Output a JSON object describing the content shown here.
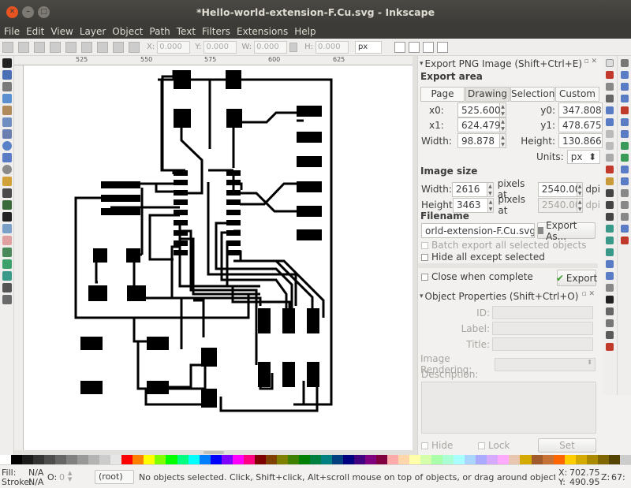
{
  "window": {
    "title": "*Hello-world-extension-F.Cu.svg - Inkscape"
  },
  "menu": [
    "File",
    "Edit",
    "View",
    "Layer",
    "Object",
    "Path",
    "Text",
    "Filters",
    "Extensions",
    "Help"
  ],
  "toolcontrols": {
    "x_label": "X:",
    "x_value": "0.000",
    "y_label": "Y:",
    "y_value": "0.000",
    "w_label": "W:",
    "w_value": "0.000",
    "h_label": "H:",
    "h_value": "0.000",
    "unit": "px"
  },
  "ruler": {
    "marks": [
      "525",
      "550",
      "575",
      "600",
      "625"
    ]
  },
  "export_panel": {
    "header": "Export PNG Image (Shift+Ctrl+E)",
    "export_area_title": "Export area",
    "tabs": [
      "Page",
      "Drawing",
      "Selection",
      "Custom"
    ],
    "active_tab": "Drawing",
    "x0_label": "x0:",
    "x0": "525.600",
    "y0_label": "y0:",
    "y0": "347.808",
    "x1_label": "x1:",
    "x1": "624.479",
    "y1_label": "y1:",
    "y1": "478.675",
    "width_label": "Width:",
    "width": "98.878",
    "height_label": "Height:",
    "height": "130.866",
    "units_label": "Units:",
    "units": "px",
    "image_size_title": "Image size",
    "img_width_label": "Width:",
    "img_width": "2616",
    "img_height_label": "Height:",
    "img_height": "3463",
    "pixels_at": "pixels at",
    "dpi_x": "2540.00",
    "dpi_y": "2540.00",
    "dpi": "dpi",
    "filename_title": "Filename",
    "filename": "orld-extension-F.Cu.svg.png",
    "export_as": "Export As...",
    "batch_export": "Batch export all selected objects",
    "hide_all": "Hide all except selected",
    "close_when_complete": "Close when complete",
    "export_button": "Export"
  },
  "object_properties": {
    "header": "Object Properties (Shift+Ctrl+O)",
    "id_label": "ID:",
    "label_label": "Label:",
    "title_label": "Title:",
    "rendering_label": "Image Rendering:",
    "description_label": "Description:",
    "hide_label": "Hide",
    "lock_label": "Lock",
    "set_button": "Set"
  },
  "status": {
    "fill_label": "Fill:",
    "fill_value": "N/A",
    "stroke_label": "Stroke:",
    "stroke_value": "N/A",
    "opacity_label": "O:",
    "opacity_value": "0",
    "layer": "(root)",
    "message": "No objects selected. Click, Shift+click, Alt+scroll mouse on top of objects, or drag around objects to se...",
    "x_label": "X:",
    "x": "702.75",
    "y_label": "Y:",
    "y": "490.95",
    "zoom_label": "Z:",
    "zoom": "67:"
  },
  "colors": {
    "accent": "#e95420",
    "titlebar": "#3c3b37"
  }
}
